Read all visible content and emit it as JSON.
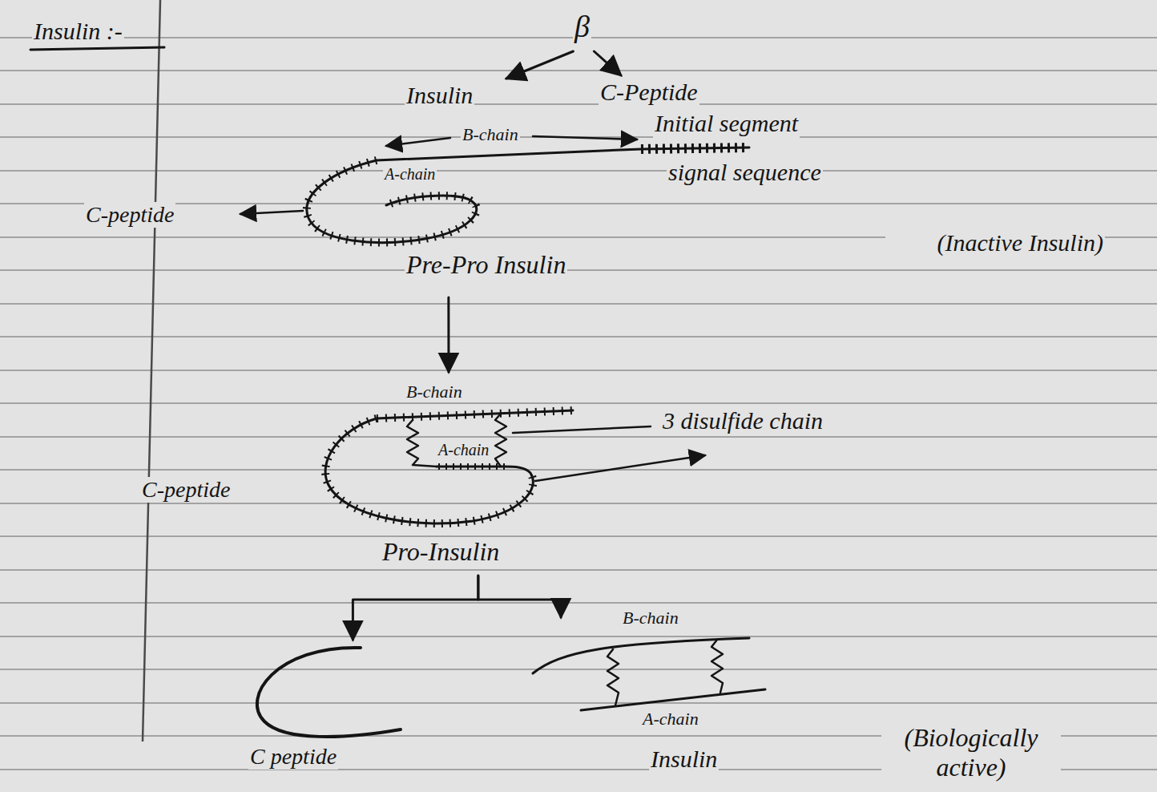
{
  "diagram": {
    "title": "Insulin :-",
    "nodes": [
      {
        "text": [
          "β"
        ]
      },
      {
        "text": [
          "Insulin"
        ]
      },
      {
        "text": [
          "C-Peptide"
        ]
      },
      {
        "text": [
          "Pre-Pro Insulin"
        ]
      },
      {
        "text": [
          "Pro-Insulin"
        ]
      },
      {
        "text": [
          "C peptide"
        ]
      },
      {
        "text": [
          "Insulin",
          "(Biologically active)"
        ]
      }
    ],
    "edges": [
      {
        "from": 0,
        "to": 1,
        "arrow": "to"
      },
      {
        "from": 0,
        "to": 2,
        "arrow": "to"
      },
      {
        "from": 3,
        "to": 4,
        "arrow": "to"
      },
      {
        "from": 4,
        "to": 5,
        "arrow": "to"
      },
      {
        "from": 4,
        "to": 6,
        "arrow": "to"
      }
    ],
    "labels": [
      "B-chain",
      "Initial segment",
      "signal sequence",
      "A-chain",
      "C-peptide",
      "(Inactive Insulin)",
      "B-chain",
      "3 disulfide chain",
      "A-chain",
      "C-peptide",
      "B-chain",
      "A-chain"
    ]
  }
}
